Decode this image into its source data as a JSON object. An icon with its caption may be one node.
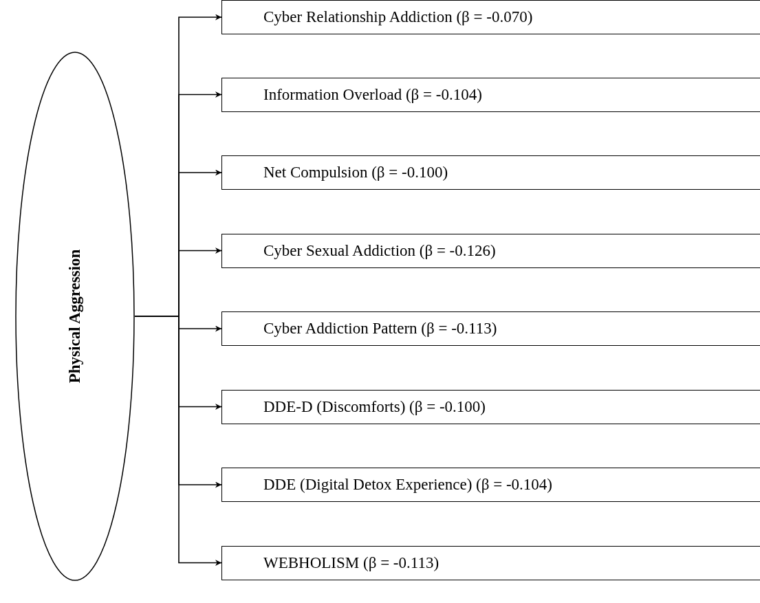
{
  "diagram": {
    "nodes": [
      {
        "text": [
          "Physical Aggression"
        ]
      },
      {
        "text": [
          "Cyber Relationship Addiction (β = -0.070)"
        ]
      },
      {
        "text": [
          "Information Overload (β = -0.104)"
        ]
      },
      {
        "text": [
          "Net Compulsion (β = -0.100)"
        ]
      },
      {
        "text": [
          "Cyber Sexual Addiction (β = -0.126)"
        ]
      },
      {
        "text": [
          "Cyber Addiction Pattern (β = -0.113)"
        ]
      },
      {
        "text": [
          "DDE-D (Discomforts) (β = -0.100)"
        ]
      },
      {
        "text": [
          "DDE (Digital Detox Experience) (β = -0.104)"
        ]
      },
      {
        "text": [
          "WEBHOLISM (β = -0.113)"
        ]
      }
    ],
    "edges": [
      {
        "from": 0,
        "to": 1,
        "arrow": "to"
      },
      {
        "from": 0,
        "to": 2,
        "arrow": "to"
      },
      {
        "from": 0,
        "to": 3,
        "arrow": "to"
      },
      {
        "from": 0,
        "to": 4,
        "arrow": "to"
      },
      {
        "from": 0,
        "to": 5,
        "arrow": "to"
      },
      {
        "from": 0,
        "to": 6,
        "arrow": "to"
      },
      {
        "from": 0,
        "to": 7,
        "arrow": "to"
      },
      {
        "from": 0,
        "to": 8,
        "arrow": "to"
      }
    ]
  }
}
